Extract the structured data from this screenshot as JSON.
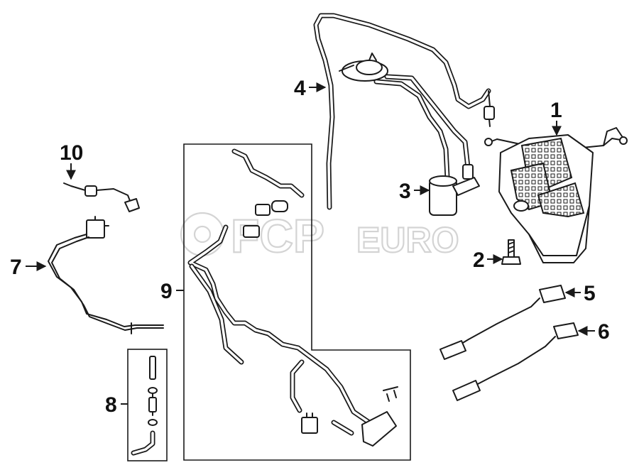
{
  "callouts": {
    "c1": "1",
    "c2": "2",
    "c3": "3",
    "c4": "4",
    "c5": "5",
    "c6": "6",
    "c7": "7",
    "c8": "8",
    "c9": "9",
    "c10": "10"
  },
  "watermark": {
    "brand_fcp": "FCP",
    "brand_euro": "EURO"
  },
  "colors": {
    "line": "#1a1a1a",
    "watermark": "#d4d4d4",
    "background": "#ffffff"
  }
}
